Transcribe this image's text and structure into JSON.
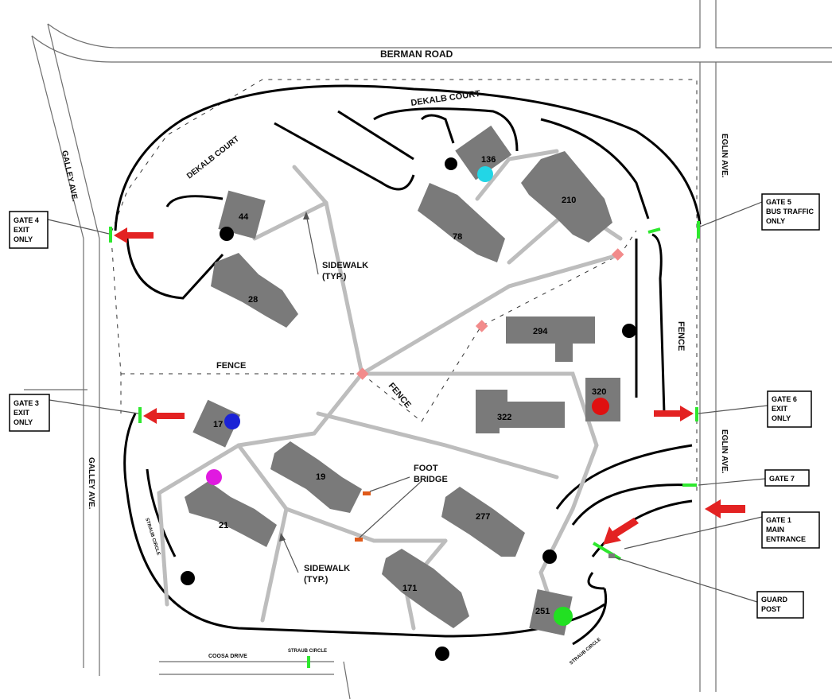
{
  "roads": {
    "berman_road": "BERMAN ROAD",
    "dekalb_court_top": "DEKALB COURT",
    "dekalb_court_left": "DEKALB COURT",
    "galley_ave_top": "GALLEY AVE.",
    "galley_ave_bottom": "GALLEY AVE.",
    "eglin_ave_top": "EGLIN AVE.",
    "eglin_ave_bottom": "EGLIN AVE.",
    "coosa_drive": "COOSA DRIVE",
    "straub_circle_left": "STRAUB CIRCLE",
    "straub_circle_bottom": "STRAUB CIRCLE",
    "straub_circle_right": "STRAUB CIRCLE"
  },
  "buildings": {
    "b136": "136",
    "b210": "210",
    "b78": "78",
    "b44": "44",
    "b28": "28",
    "b294": "294",
    "b320": "320",
    "b322": "322",
    "b17": "17",
    "b19": "19",
    "b21": "21",
    "b277": "277",
    "b171": "171",
    "b251": "251"
  },
  "annotations": {
    "sidewalk_top_1": "SIDEWALK",
    "sidewalk_top_2": "(TYP.)",
    "sidewalk_bottom_1": "SIDEWALK",
    "sidewalk_bottom_2": "(TYP.)",
    "foot_bridge_1": "FOOT",
    "foot_bridge_2": "BRIDGE",
    "fence_left": "FENCE",
    "fence_diag": "FENCE",
    "fence_right": "FENCE"
  },
  "callouts": {
    "gate4": [
      "GATE 4",
      "EXIT",
      "ONLY"
    ],
    "gate3": [
      "GATE 3",
      "EXIT",
      "ONLY"
    ],
    "gate5": [
      "GATE 5",
      "BUS TRAFFIC",
      "ONLY"
    ],
    "gate6": [
      "GATE 6",
      "EXIT",
      "ONLY"
    ],
    "gate7": [
      "GATE 7"
    ],
    "gate1": [
      "GATE 1",
      "MAIN",
      "ENTRANCE"
    ],
    "guard": [
      "GUARD",
      "POST"
    ]
  },
  "colors": {
    "building": "#7a7a7a",
    "sidewalk": "#bdbdbd",
    "gate": "#2ee82e",
    "arrow": "#e32222",
    "fence_node": "#f28b8b",
    "bridge": "#e05a1a",
    "marker_black": "#000000",
    "marker_cyan": "#22d6e6",
    "marker_red": "#e01010",
    "marker_blue": "#1a22d6",
    "marker_magenta": "#e01ae0",
    "marker_green": "#22e022"
  }
}
